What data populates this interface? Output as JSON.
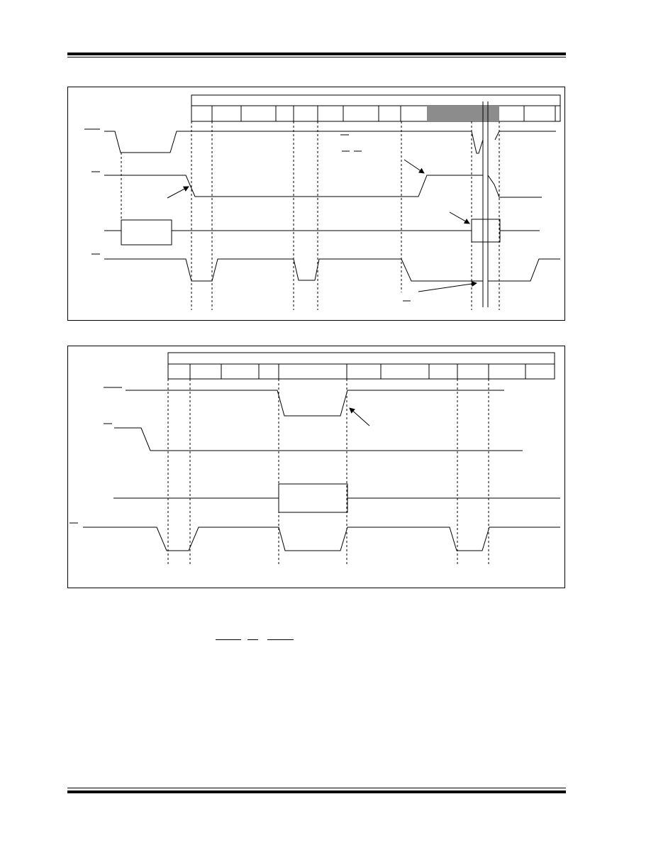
{
  "page": {
    "background": "#ffffff",
    "ink": "#000000",
    "highlight": "#8c8c8c"
  },
  "figure_top": {
    "kind": "timing-diagram",
    "signal_count": 4,
    "highlighted_cycle_index": 8
  },
  "figure_bottom": {
    "kind": "timing-diagram",
    "signal_count": 4
  }
}
